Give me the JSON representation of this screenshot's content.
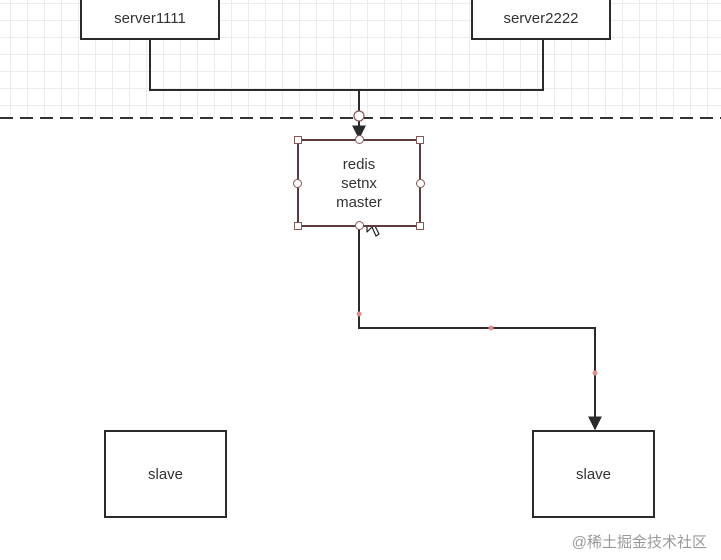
{
  "diagram": {
    "nodes": {
      "server1": "server1111",
      "server2": "server2222",
      "redis": "redis\nsetnx\nmaster",
      "slave_left": "slave",
      "slave_right": "slave"
    },
    "colors": {
      "stroke": "#2b2b2b",
      "selection": "#5b3b3b",
      "handle": "#8a5555",
      "waypoint": "#e88a8a"
    }
  },
  "watermark": "@稀土掘金技术社区"
}
